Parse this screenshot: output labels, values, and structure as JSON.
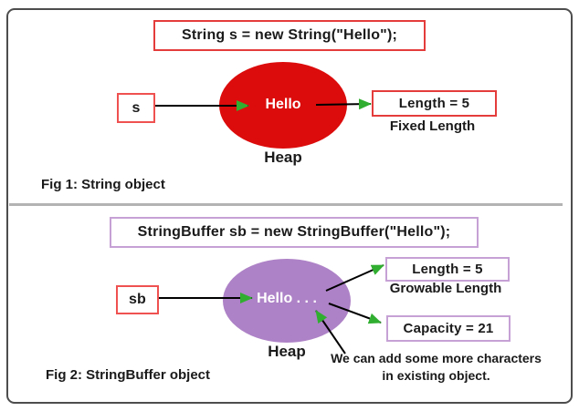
{
  "colors": {
    "string_ellipse": "#dc0c0c",
    "stringbuffer_ellipse": "#ae82c6",
    "red_box_border": "#e43b3b",
    "var_box_border": "#ef5050",
    "purple_box_border": "#c5a1d6",
    "arrowhead_green": "#2fae2f",
    "frame_border": "#4d4d4d",
    "divider_gray": "#b3b3b3",
    "heap_text": "#ffffff",
    "text": "#1a1a1a"
  },
  "fig1": {
    "code": "String s = new String(\"Hello\");",
    "var_label": "s",
    "heap_value": "Hello",
    "heap_label": "Heap",
    "length_box": "Length = 5",
    "length_note": "Fixed Length",
    "caption": "Fig 1: String object"
  },
  "fig2": {
    "code": "StringBuffer sb = new StringBuffer(\"Hello\");",
    "var_label": "sb",
    "heap_value": "Hello . . .",
    "heap_label": "Heap",
    "length_box": "Length = 5",
    "length_note": "Growable Length",
    "capacity_box": "Capacity = 21",
    "note_line1": "We can add some more characters",
    "note_line2": "in existing object.",
    "caption": "Fig 2: StringBuffer object"
  }
}
